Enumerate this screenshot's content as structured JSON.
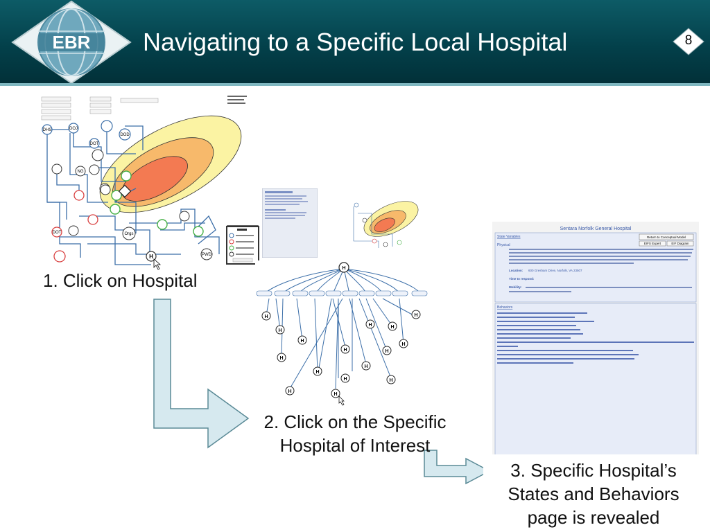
{
  "slide": {
    "title": "Navigating to a Specific Local Hospital",
    "page_number": "8",
    "logo_text": "EBR",
    "colors": {
      "header": "#03404a",
      "arrow_fill": "#d6e9ef",
      "arrow_stroke": "#5a8a96"
    }
  },
  "steps": [
    {
      "label": "1. Click on Hospital"
    },
    {
      "label_line1": "2. Click on the Specific",
      "label_line2": "Hospital of Interest"
    },
    {
      "label_line1": "3. Specific Hospital’s",
      "label_line2": "States and Behaviors",
      "label_line3": "page is revealed"
    }
  ],
  "network_map": {
    "node_labels": [
      "DHS",
      "DOJ",
      "DOD",
      "DOT",
      "NG",
      "DOT",
      "Orgs",
      "PWD"
    ]
  },
  "hospital_page": {
    "title": "Sentara Norfolk General Hospital",
    "state_section": "State Variables",
    "physical_label": "Physical",
    "return_button": "Return to Conceptual Model",
    "button_1": "EIFS Expert",
    "button_2": "EIF Diagram",
    "location_label": "Location:",
    "location_value": "600 Gresham Drive, Norfolk, VA 23507",
    "time_label": "Time to respond:",
    "mobility_label": "Mobility:",
    "behaviors_section": "Behaviors"
  },
  "icons": [
    "ebr-globe-logo",
    "hospital-icon",
    "cursor-icon",
    "step-arrow-icon"
  ]
}
